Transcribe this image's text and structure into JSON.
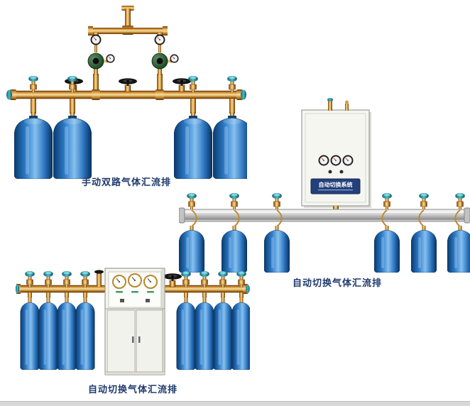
{
  "page": {
    "background": "#ffffff",
    "bottom_strip_color": "#d8d8d8"
  },
  "colors": {
    "cylinder_blue_dark": "#0a3a6e",
    "cylinder_blue_mid": "#2e7cc9",
    "cylinder_blue_light": "#85c0ef",
    "brass": "#c8872e",
    "valve_cap_teal": "#49b9c9",
    "rail_silver": "#c9c9c9",
    "cabinet_white": "#f5f5f0",
    "cabinet_plate_navy": "#24407c",
    "caption_color": "#1f3a6e"
  },
  "products": [
    {
      "caption": "手动双路气体汇流排",
      "cylinders": 4,
      "regulators": 2,
      "handwheel_valves": 3
    },
    {
      "caption": "自动切换气体汇流排",
      "cabinet_label": "自动切换系统",
      "cylinders": 6,
      "cabinet_gauges": 3
    },
    {
      "caption": "自动切换气体汇流排",
      "cylinders": 8,
      "cabinet_gauges": 3
    }
  ]
}
